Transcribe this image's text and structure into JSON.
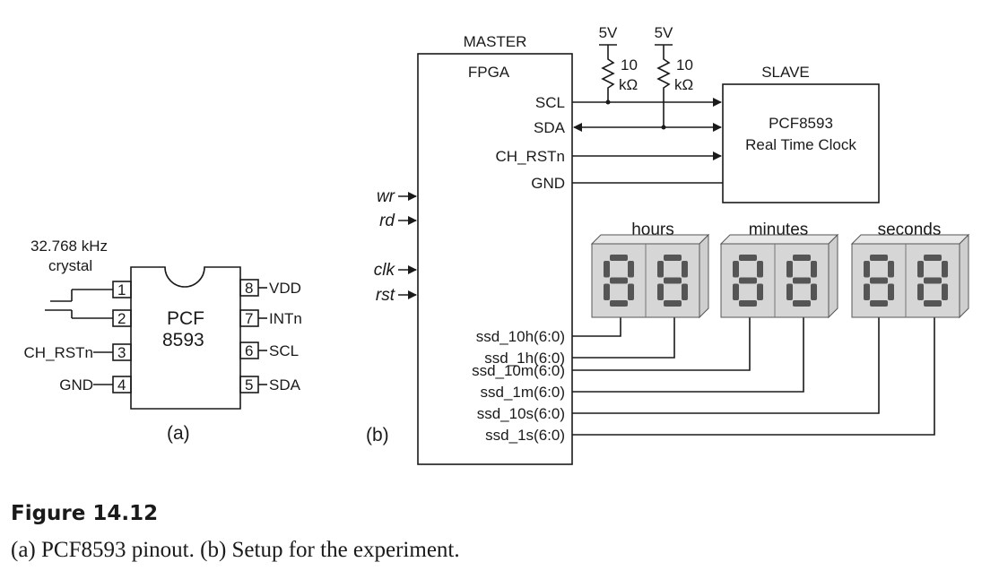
{
  "pinout": {
    "crystal_line1": "32.768 kHz",
    "crystal_line2": "crystal",
    "chip_line1": "PCF",
    "chip_line2": "8593",
    "pins": [
      {
        "num": "1",
        "name": ""
      },
      {
        "num": "2",
        "name": ""
      },
      {
        "num": "3",
        "name": "CH_RSTn"
      },
      {
        "num": "4",
        "name": "GND"
      },
      {
        "num": "8",
        "name": "VDD"
      },
      {
        "num": "7",
        "name": "INTn"
      },
      {
        "num": "6",
        "name": "SCL"
      },
      {
        "num": "5",
        "name": "SDA"
      }
    ],
    "label": "(a)"
  },
  "setup": {
    "master_label": "MASTER",
    "fpga_label": "FPGA",
    "slave_label": "SLAVE",
    "slave_line1": "PCF8593",
    "slave_line2": "Real Time Clock",
    "resistors": [
      {
        "voltage": "5V",
        "value": "10",
        "unit": "kΩ"
      },
      {
        "voltage": "5V",
        "value": "10",
        "unit": "kΩ"
      }
    ],
    "bus_signals": [
      "SCL",
      "SDA",
      "CH_RSTn",
      "GND"
    ],
    "inputs": [
      "wr",
      "rd",
      "clk",
      "rst"
    ],
    "display_groups": [
      "hours",
      "minutes",
      "seconds"
    ],
    "ssd_outputs": [
      "ssd_10h(6:0)",
      "ssd_1h(6:0)",
      "ssd_10m(6:0)",
      "ssd_1m(6:0)",
      "ssd_10s(6:0)",
      "ssd_1s(6:0)"
    ],
    "digit_glyph": "8",
    "label": "(b)"
  },
  "caption": {
    "title": "Figure 14.12",
    "text": "(a) PCF8593 pinout. (b) Setup for the experiment."
  }
}
